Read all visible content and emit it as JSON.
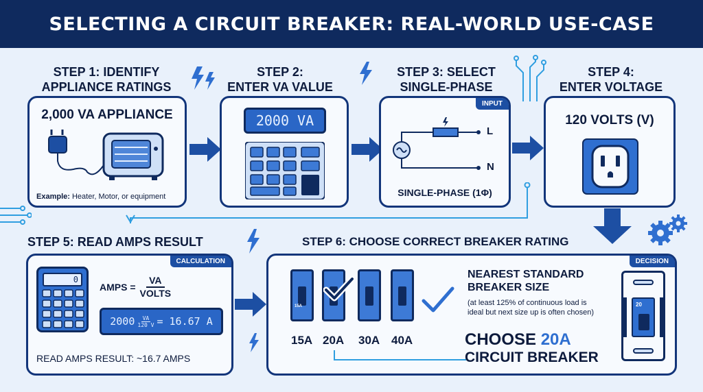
{
  "title": "SELECTING A CIRCUIT BREAKER: REAL-WORLD USE-CASE",
  "steps": {
    "s1": {
      "heading_l1": "STEP 1: IDENTIFY",
      "heading_l2": "APPLIANCE RATINGS",
      "value": "2,000 VA APPLIANCE",
      "example_label": "Example:",
      "example_text": " Heater, Motor, or equipment"
    },
    "s2": {
      "heading_l1": "STEP 2:",
      "heading_l2": "ENTER VA VALUE",
      "display": "2000 VA"
    },
    "s3": {
      "heading_l1": "STEP 3: SELECT",
      "heading_l2": "SINGLE-PHASE",
      "tag": "INPUT",
      "line_l": "L",
      "line_n": "N",
      "caption": "SINGLE-PHASE (1Φ)"
    },
    "s4": {
      "heading_l1": "STEP 4:",
      "heading_l2": "ENTER VOLTAGE",
      "value": "120 VOLTS (V)"
    },
    "s5": {
      "heading": "STEP 5: READ AMPS RESULT",
      "tag": "CALCULATION",
      "calc_display": "0",
      "formula_lhs": "AMPS =",
      "formula_num": "VA",
      "formula_den": "VOLTS",
      "res_a": "2000",
      "res_num": "VA",
      "res_den": "120 V",
      "res_b": "= 16.67 A",
      "result": "READ AMPS RESULT: ~16.7 AMPS"
    },
    "s6": {
      "heading": "STEP 6: CHOOSE CORRECT BREAKER RATING",
      "tag": "DECISION",
      "breaker_mark": "15A",
      "breakers": [
        "15A",
        "20A",
        "30A",
        "40A"
      ],
      "nearest_l1": "NEAREST STANDARD",
      "nearest_l2": "BREAKER SIZE",
      "note_l1": "(at least 125% of continuous load is",
      "note_l2": "ideal but next size up is often chosen)",
      "choose_a": "CHOOSE ",
      "choose_b": "20A",
      "choose_c": "CIRCUIT BREAKER",
      "breaker_label": "20"
    }
  },
  "colors": {
    "navy": "#0f2a5e",
    "blue": "#1d4fa3",
    "accent": "#2f6fd0",
    "light": "#f7fafe"
  }
}
